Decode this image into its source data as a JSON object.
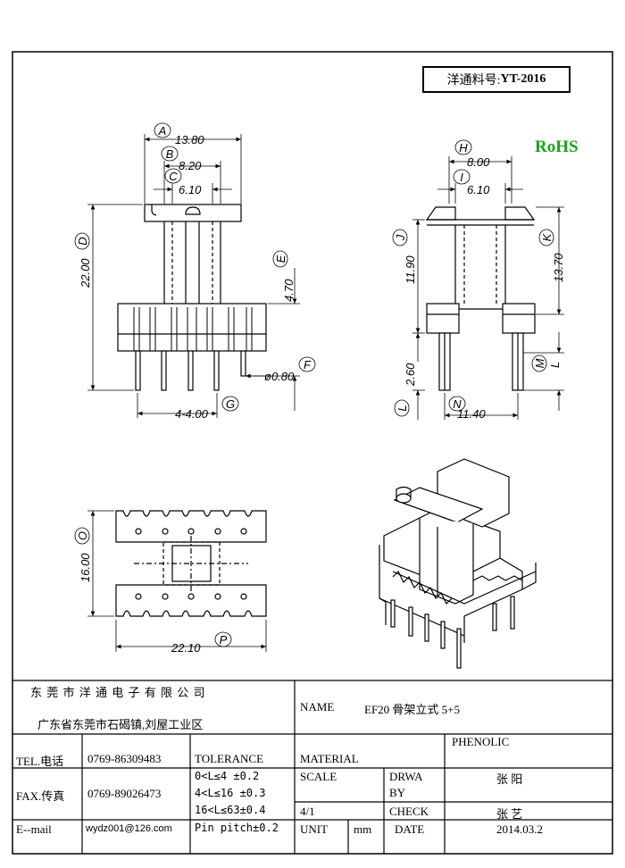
{
  "part_code": {
    "label": "洋通料号:",
    "value": "YT-2016"
  },
  "rohs": "RoHS",
  "dimensions": {
    "A": {
      "letter": "A",
      "value": "13.80"
    },
    "B": {
      "letter": "B",
      "value": "8.20"
    },
    "C": {
      "letter": "C",
      "value": "6.10"
    },
    "D": {
      "letter": "D",
      "value": "22.00"
    },
    "E": {
      "letter": "E",
      "value": "4.70"
    },
    "F": {
      "letter": "F",
      "value": "ø0.80"
    },
    "G": {
      "letter": "G",
      "value": "4-4.00"
    },
    "H": {
      "letter": "H",
      "value": "8.00"
    },
    "I": {
      "letter": "I",
      "value": "6.10"
    },
    "J": {
      "letter": "J",
      "value": "11.90"
    },
    "K": {
      "letter": "K",
      "value": "13.70"
    },
    "L": {
      "letter": "L",
      "value": "2.60"
    },
    "M": {
      "letter": "M",
      "value": "L"
    },
    "N": {
      "letter": "N",
      "value": "11.40"
    },
    "O": {
      "letter": "O",
      "value": "16.00"
    },
    "P": {
      "letter": "P",
      "value": "22.10"
    }
  },
  "title_block": {
    "company": "东 莞 市 洋 通 电 子 有 限 公 司",
    "address": "广东省东莞市石碣镇,刘屋工业区",
    "tel_label": "TEL.电话",
    "tel": "0769-86309483",
    "fax_label": "FAX.传真",
    "fax": "0769-89026473",
    "email_label": "E--mail",
    "email": "wydz001@126.com",
    "tolerance_label": "TOLERANCE",
    "tolerances": [
      "0<L≤4   ±0.2",
      "4<L≤16  ±0.3",
      "16<L≤63±0.4",
      "Pin pitch±0.2"
    ],
    "name_label": "NAME",
    "name": "EF20 骨架立式 5+5",
    "material_label": "MATERIAL",
    "material": "PHENOLIC",
    "scale_label": "SCALE",
    "scale": "4/1",
    "drawn_label_1": "DRWA",
    "drawn_label_2": "BY",
    "drawn_by": "张 阳",
    "check_label": "CHECK",
    "checked_by": "张 艺",
    "unit_label": "UNIT",
    "unit": "mm",
    "date_label": "DATE",
    "date": "2014.03.2"
  }
}
